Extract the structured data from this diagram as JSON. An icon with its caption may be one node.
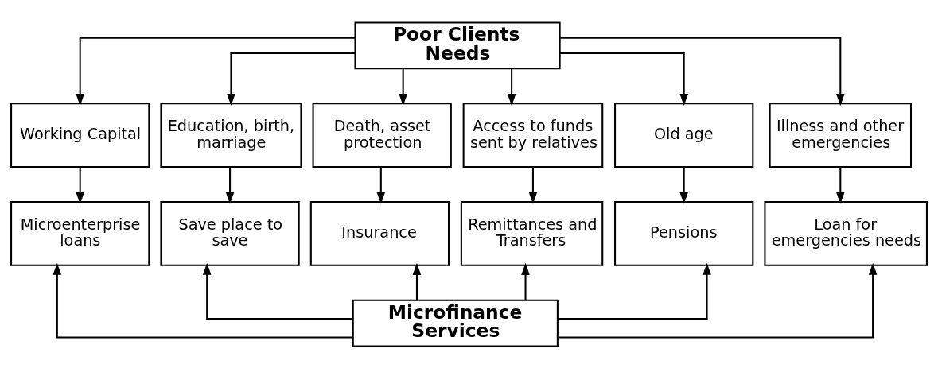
{
  "diagram": {
    "nodes": [
      {
        "text": [
          "Poor Clients Needs"
        ]
      },
      {
        "text": [
          "Working Capital"
        ]
      },
      {
        "text": [
          "Education, birth, marriage"
        ]
      },
      {
        "text": [
          "Death, asset protection"
        ]
      },
      {
        "text": [
          "Access to funds sent by relatives"
        ]
      },
      {
        "text": [
          "Old age"
        ]
      },
      {
        "text": [
          "Illness and other emergencies"
        ]
      },
      {
        "text": [
          "Microenterprise loans"
        ]
      },
      {
        "text": [
          "Save place to save"
        ]
      },
      {
        "text": [
          "Insurance"
        ]
      },
      {
        "text": [
          "Remittances and Transfers"
        ]
      },
      {
        "text": [
          "Pensions"
        ]
      },
      {
        "text": [
          "Loan for emergencies needs"
        ]
      },
      {
        "text": [
          "Microfinance Services"
        ]
      }
    ],
    "edges": [
      {
        "from": 0,
        "to": 1,
        "arrow": "to"
      },
      {
        "from": 0,
        "to": 2,
        "arrow": "to"
      },
      {
        "from": 0,
        "to": 3,
        "arrow": "to"
      },
      {
        "from": 0,
        "to": 4,
        "arrow": "to"
      },
      {
        "from": 0,
        "to": 5,
        "arrow": "to"
      },
      {
        "from": 0,
        "to": 6,
        "arrow": "to"
      },
      {
        "from": 1,
        "to": 7,
        "arrow": "to"
      },
      {
        "from": 2,
        "to": 8,
        "arrow": "to"
      },
      {
        "from": 3,
        "to": 9,
        "arrow": "to"
      },
      {
        "from": 4,
        "to": 10,
        "arrow": "to"
      },
      {
        "from": 5,
        "to": 11,
        "arrow": "to"
      },
      {
        "from": 6,
        "to": 12,
        "arrow": "to"
      },
      {
        "from": 13,
        "to": 7,
        "arrow": "to"
      },
      {
        "from": 13,
        "to": 8,
        "arrow": "to"
      },
      {
        "from": 13,
        "to": 9,
        "arrow": "to"
      },
      {
        "from": 13,
        "to": 10,
        "arrow": "to"
      },
      {
        "from": 13,
        "to": 11,
        "arrow": "to"
      },
      {
        "from": 13,
        "to": 12,
        "arrow": "to"
      }
    ]
  }
}
